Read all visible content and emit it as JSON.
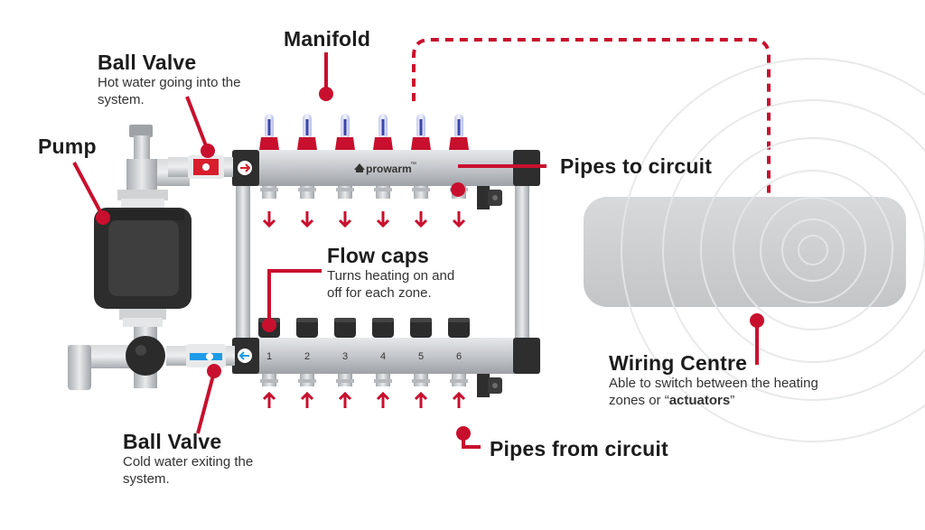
{
  "brand": "prowarm",
  "brand_tm": "™",
  "labels": {
    "manifold": {
      "title": "Manifold"
    },
    "ball_valve_hot": {
      "title": "Ball Valve",
      "sub": "Hot water going into the\nsystem."
    },
    "pump": {
      "title": "Pump"
    },
    "pipes_to_circuit": {
      "title": "Pipes to circuit"
    },
    "flow_caps": {
      "title": "Flow caps",
      "sub": "Turns heating on and\noff for each zone."
    },
    "wiring_centre": {
      "title": "Wiring Centre",
      "sub_pre": "Able to switch between the heating\nzones or “",
      "sub_bold": "actuators",
      "sub_post": "”"
    },
    "ball_valve_cold": {
      "title": "Ball Valve",
      "sub": "Cold water exiting the\nsystem."
    },
    "pipes_from_circuit": {
      "title": "Pipes from circuit"
    }
  },
  "zones": [
    "1",
    "2",
    "3",
    "4",
    "5",
    "6"
  ],
  "colors": {
    "accent_red": "#c8102e",
    "valve_hot": "#d81e2c",
    "valve_cold": "#1e9be8",
    "pump_body": "#3a3a3a",
    "metal": "#c9ccd0"
  }
}
